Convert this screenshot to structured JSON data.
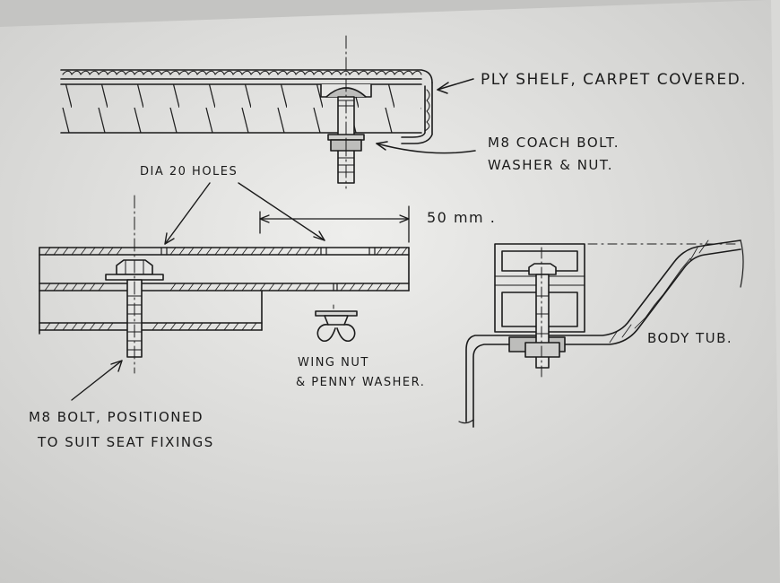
{
  "labels": {
    "ply_shelf": "PLY SHELF, CARPET COVERED.",
    "coach_bolt_line1": "M8 COACH BOLT.",
    "coach_bolt_line2": "WASHER & NUT.",
    "dia_holes": "DIA 20 HOLES",
    "dimension": "50 mm .",
    "wing_nut_line1": "WING NUT",
    "wing_nut_line2": "& PENNY WASHER.",
    "m8_bolt_line1": "M8 BOLT, POSITIONED",
    "m8_bolt_line2": "TO SUIT SEAT FIXINGS",
    "body_tub": "BODY TUB."
  },
  "colors": {
    "paper": "#e9e9e7",
    "ink": "#1b1b1b"
  }
}
